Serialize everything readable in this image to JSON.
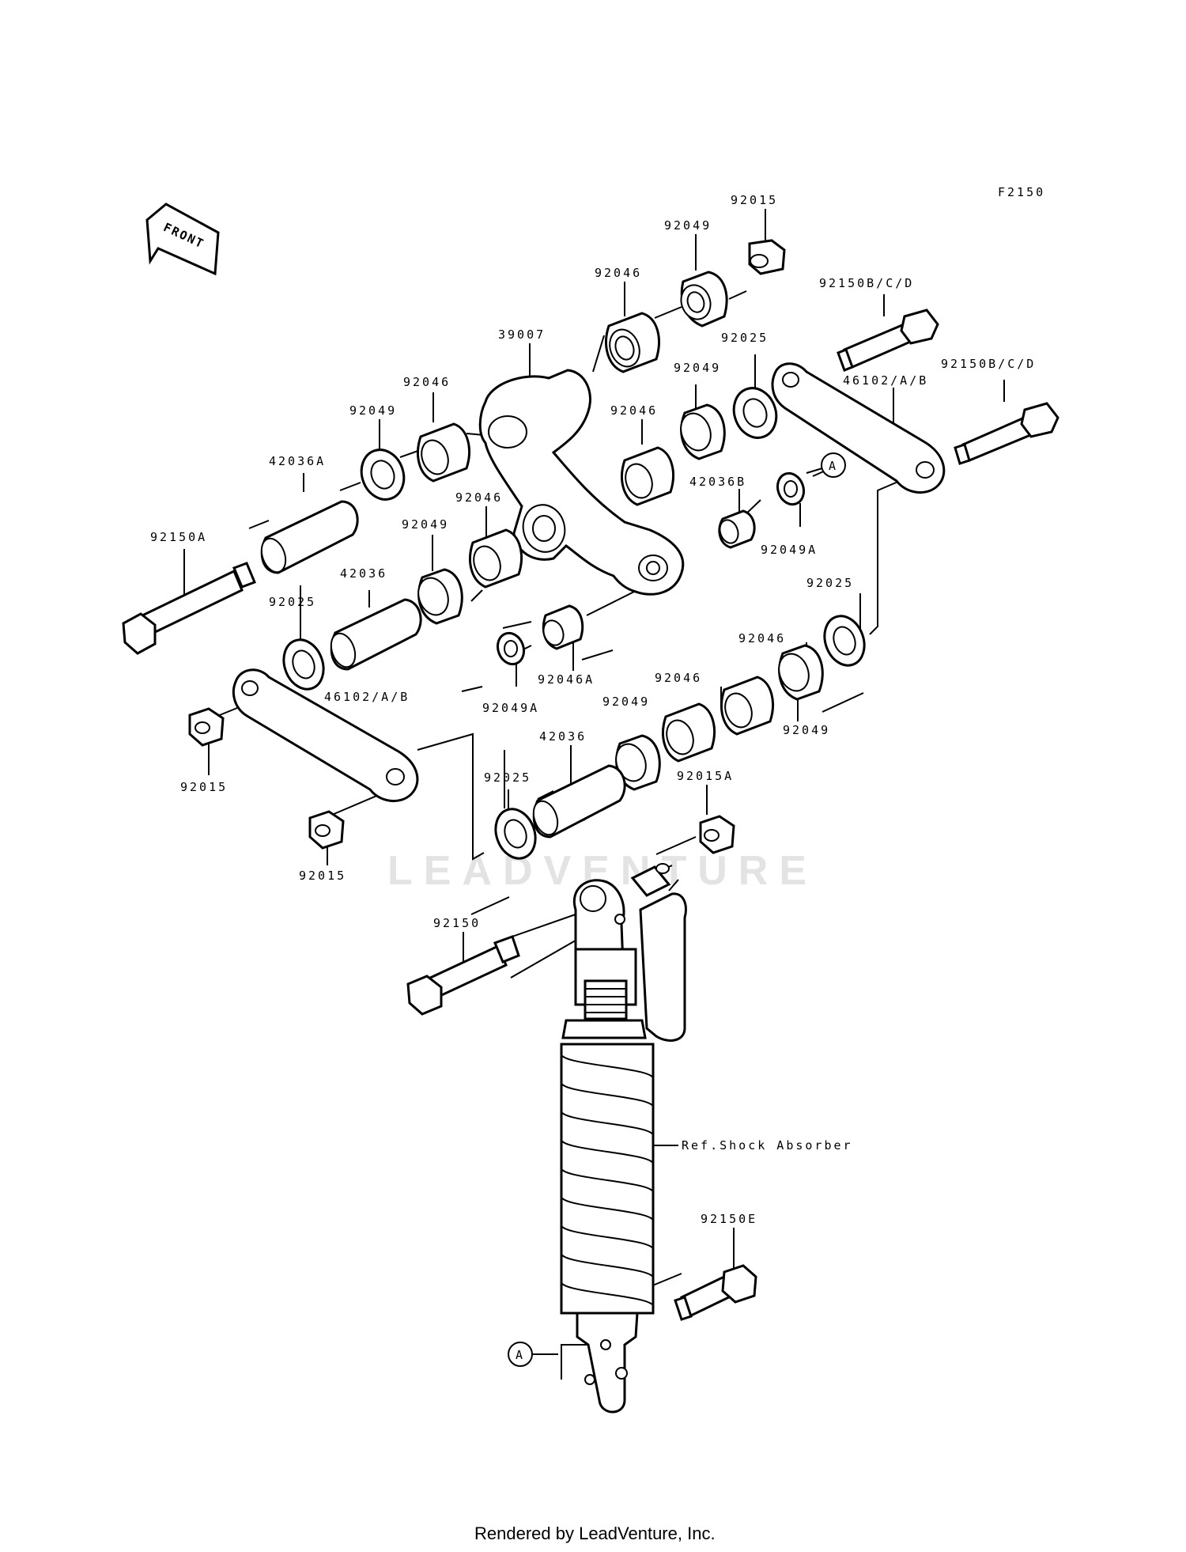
{
  "figure_code": "F2150",
  "front_label": "FRONT",
  "watermark": "LEADVENTURE",
  "footer": "Rendered by LeadVenture, Inc.",
  "ref_label": "Ref.Shock Absorber",
  "callout_a": "A",
  "parts": {
    "p92015_top": "92015",
    "p92049_top": "92049",
    "p92046_top": "92046",
    "p92150bcd_1": "92150B/C/D",
    "p92150bcd_2": "92150B/C/D",
    "p39007": "39007",
    "p92025_top": "92025",
    "p92049_mid": "92049",
    "p46102_right": "46102/A/B",
    "p92046_mid": "92046",
    "p92046_left": "92046",
    "p92049_left": "92049",
    "p42036A": "42036A",
    "p42036B": "42036B",
    "p92049A_right": "92049A",
    "p92150A": "92150A",
    "p92046_c": "92046",
    "p92049_c": "92049",
    "p42036_upper": "42036",
    "p92025_left": "92025",
    "p92025_right": "92025",
    "p92046A": "92046A",
    "p92049A_left": "92049A",
    "p46102_left": "46102/A/B",
    "p92046_lowr": "92046",
    "p92046_lowc": "92046",
    "p92049_lowc": "92049",
    "p92049_lowr": "92049",
    "p42036_lower": "42036",
    "p92025_lower": "92025",
    "p92015A": "92015A",
    "p92015_left1": "92015",
    "p92015_left2": "92015",
    "p92150": "92150",
    "p92150E": "92150E"
  }
}
